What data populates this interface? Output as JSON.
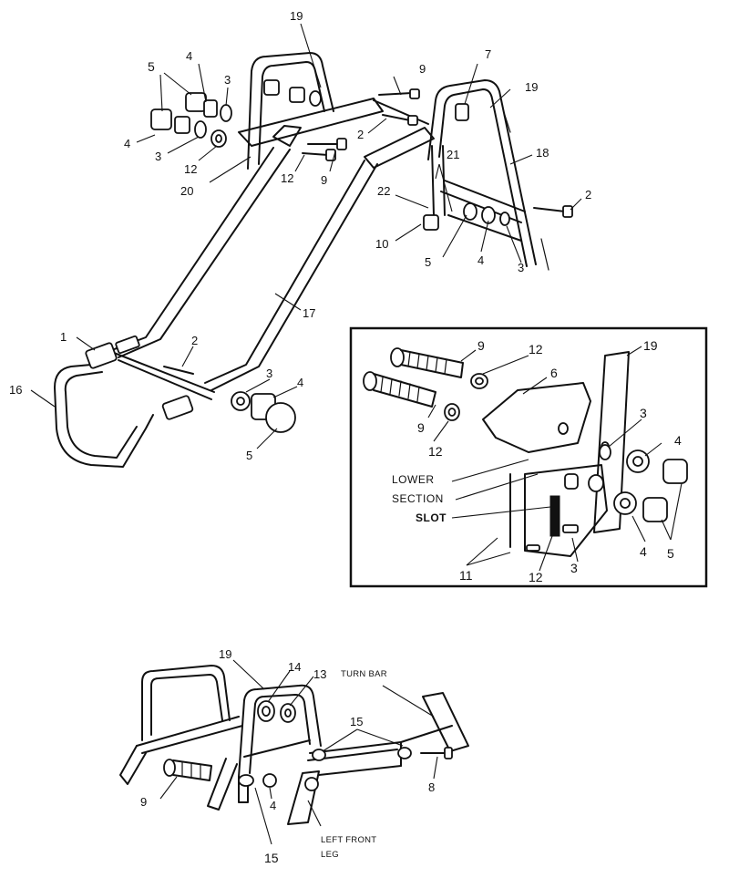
{
  "top_callouts": {
    "c19a": "19",
    "c5a": "5",
    "c4a": "4",
    "c3a": "3",
    "c4b": "4",
    "c3b": "3",
    "c12a": "12",
    "c20": "20",
    "c12b": "12",
    "c9a": "9",
    "c9b": "9",
    "c2a": "2",
    "c7": "7",
    "c19b": "19",
    "c18": "18",
    "c21": "21",
    "c2b": "2",
    "c22": "22",
    "c10": "10",
    "c5b": "5",
    "c4c": "4",
    "c3c": "3",
    "c17": "17",
    "c1": "1",
    "c2c": "2",
    "c16": "16",
    "c3d": "3",
    "c4d": "4",
    "c5c": "5"
  },
  "inset": {
    "c9a": "9",
    "c12a": "12",
    "c19": "19",
    "c6": "6",
    "c9b": "9",
    "c3a": "3",
    "c4a": "4",
    "c12b": "12",
    "lower": "LOWER",
    "section": "SECTION",
    "slot": "SLOT",
    "c11": "11",
    "c12c": "12",
    "c3b": "3",
    "c4b": "4",
    "c5": "5"
  },
  "bottom": {
    "c19": "19",
    "c14": "14",
    "c13": "13",
    "turn_bar": "TURN BAR",
    "c15a": "15",
    "c9": "9",
    "c4": "4",
    "c8": "8",
    "left_front": "LEFT FRONT",
    "leg": "LEG",
    "c15b": "15"
  }
}
